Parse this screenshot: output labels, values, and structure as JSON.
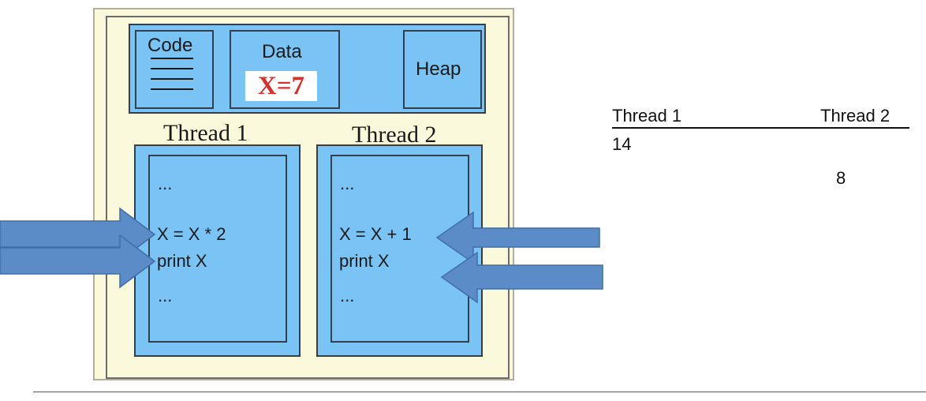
{
  "diagram": {
    "segments": {
      "code_label": "Code",
      "data_label": "Data",
      "heap_label": "Heap",
      "shared_variable": "X=7"
    },
    "threads": [
      {
        "title": "Thread 1",
        "lines": [
          "...",
          "X = X * 2",
          "print X",
          "..."
        ]
      },
      {
        "title": "Thread 2",
        "lines": [
          "...",
          "X = X + 1",
          "print X",
          "..."
        ]
      }
    ],
    "colors": {
      "segment_fill": "#79c4f5",
      "arrow_fill": "#5b8cc7",
      "background": "#fbf9dc",
      "variable_color": "#d9302a"
    }
  },
  "output_table": {
    "headers": [
      "Thread 1",
      "Thread 2"
    ],
    "values": [
      {
        "column": "Thread 1",
        "value": "14"
      },
      {
        "column": "Thread 2",
        "value": "8"
      }
    ]
  }
}
